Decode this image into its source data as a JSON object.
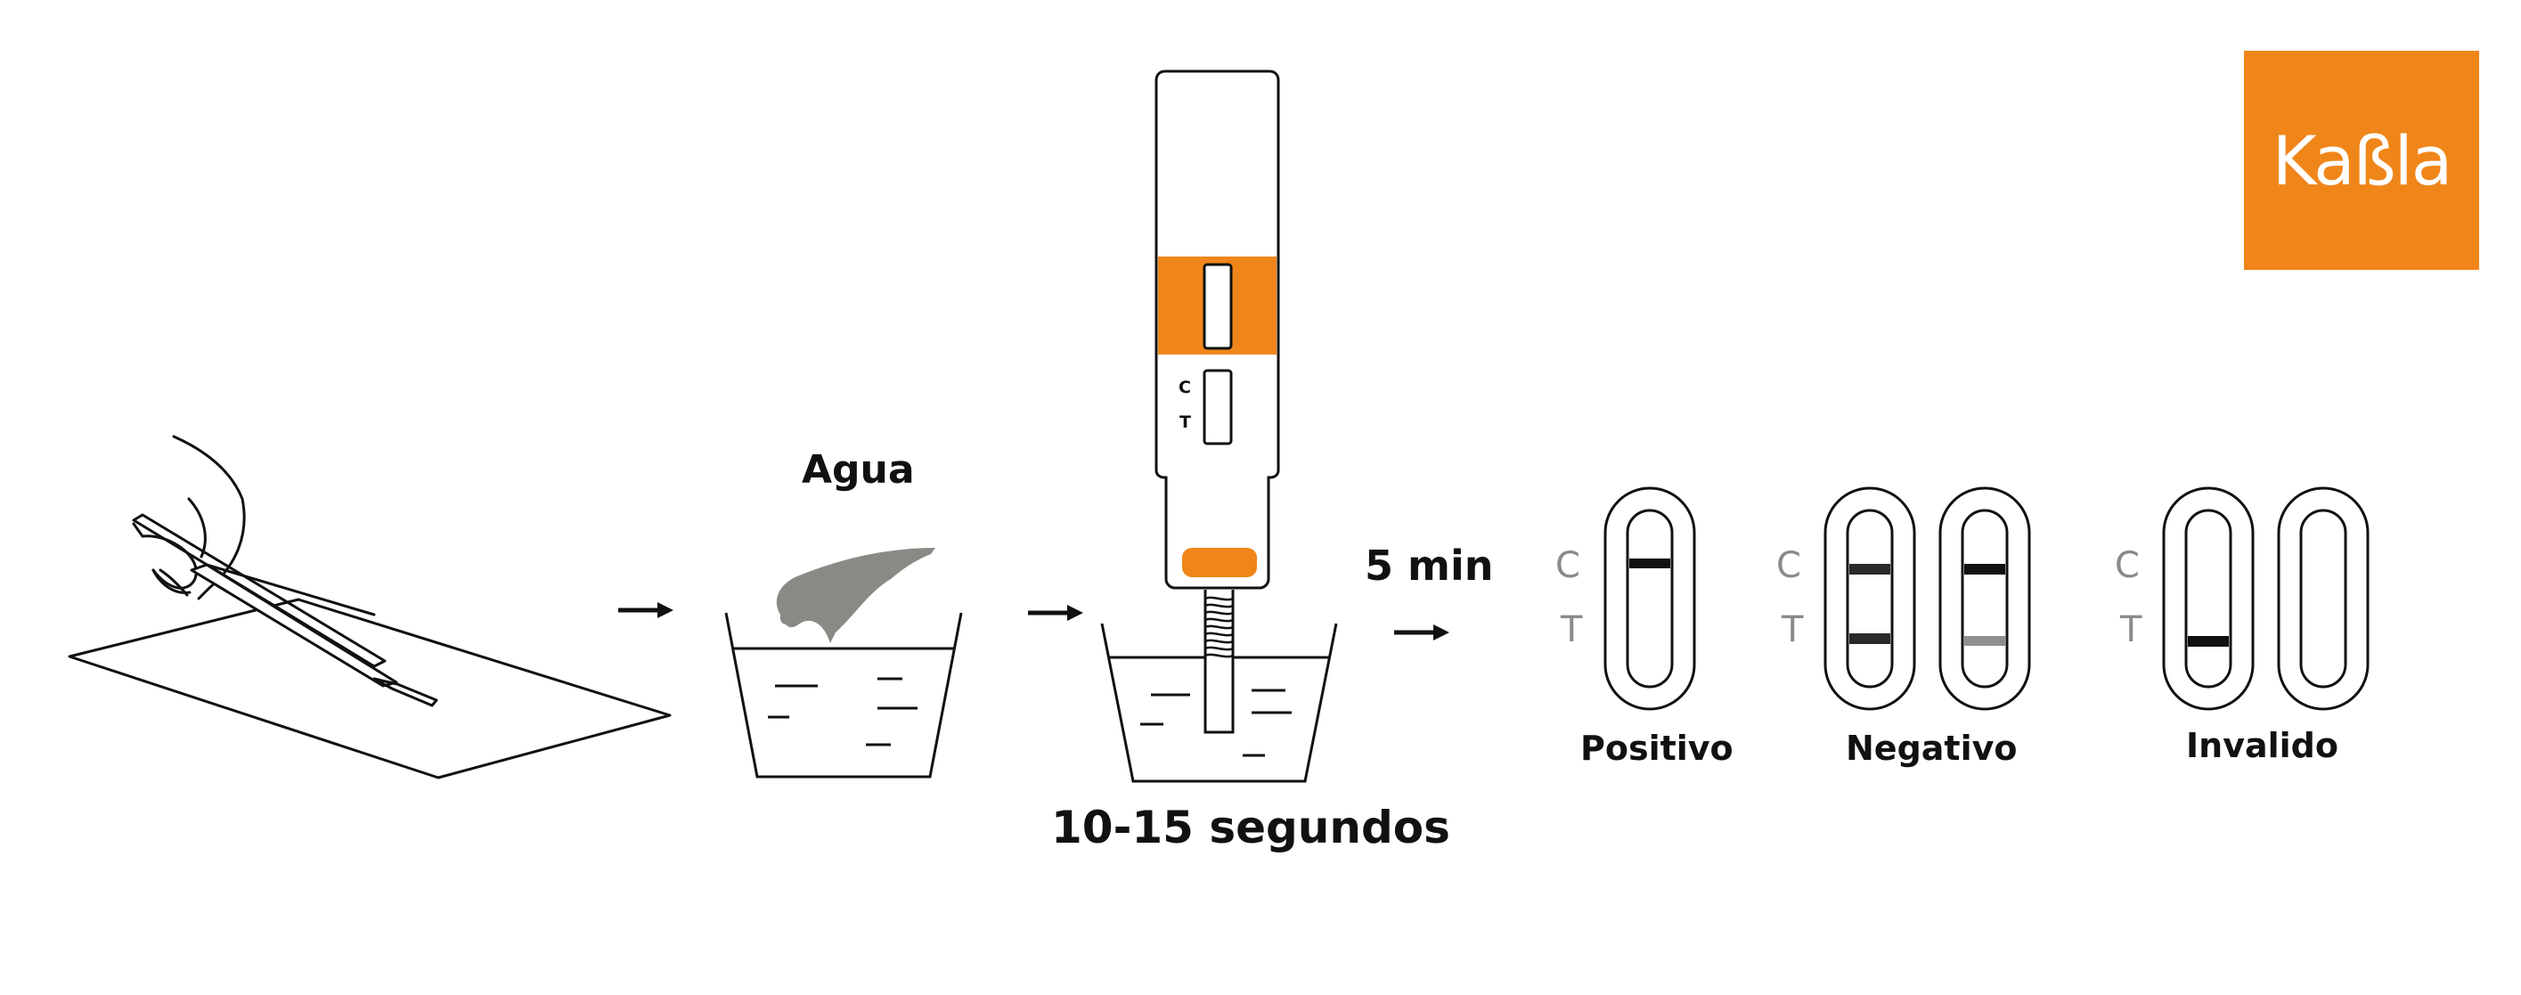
{
  "brand": {
    "name": "Kaßla",
    "color": "#f0861a"
  },
  "labels": {
    "water": "Agua",
    "dip_time": "10-15 segundos",
    "wait_time": "5 min",
    "positive": "Positivo",
    "negative": "Negativo",
    "invalid": "Invalido"
  },
  "cassette": {
    "c_mark": "C",
    "t_mark": "T"
  },
  "results": {
    "c_mark": "C",
    "t_mark": "T"
  },
  "colors": {
    "accent": "#f0861a",
    "water_splash": "#8a8a85",
    "faint_line": "#8f8f8f",
    "stroke": "#111111"
  },
  "icons": [
    "hand-icon",
    "arrow-right-icon",
    "beaker-icon",
    "test-cassette-icon",
    "result-window-icon"
  ]
}
